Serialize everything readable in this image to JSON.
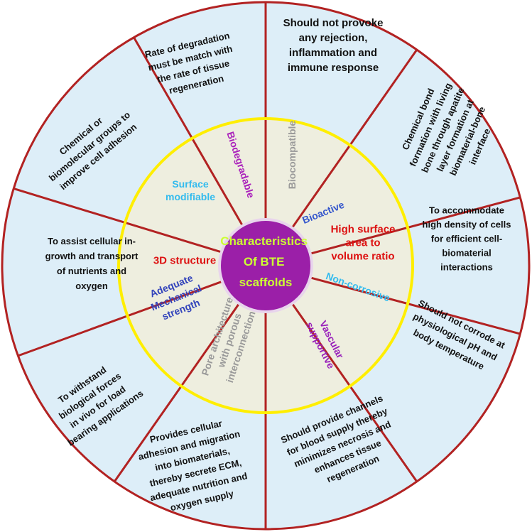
{
  "center": {
    "lines": [
      "Characteristics",
      "Of  BTE",
      "scaffolds"
    ]
  },
  "colors": {
    "outer_ring_fill": "#ddeef8",
    "inner_ring_fill": "#eeeedf",
    "divider_stroke": "#b22222",
    "inner_circle_stroke": "#ffee00",
    "center_fill": "#9b1fa8",
    "center_text": "#ccff33"
  },
  "segments": [
    {
      "property_lines": [
        "Biocompatible"
      ],
      "property_color": "#9a9a9a",
      "description_lines": [
        "Should not provoke",
        "any rejection,",
        "inflammation and",
        "immune response"
      ]
    },
    {
      "property_lines": [
        "Bioactive"
      ],
      "property_color": "#3355cc",
      "description_lines": [
        "Chemical bond",
        "formation with living",
        "bone through apatite",
        "layer formation at",
        "biomaterial-bone",
        "interface"
      ]
    },
    {
      "property_lines": [
        "High surface",
        "area to",
        "volume ratio"
      ],
      "property_color": "#dd1111",
      "description_lines": [
        "To accommodate",
        "high density of cells",
        "for efficient cell-",
        "biomaterial",
        "interactions"
      ]
    },
    {
      "property_lines": [
        "Non-corrosive"
      ],
      "property_color": "#33bbee",
      "description_lines": [
        "Should not corrode at",
        "physiological pH and",
        "body temperature"
      ]
    },
    {
      "property_lines": [
        "Vascular",
        "supportive"
      ],
      "property_color": "#9922bb",
      "description_lines": [
        "Should provide channels",
        "for blood supply thereby",
        "minimizes necrosis and",
        "enhances tissue",
        "regeneration"
      ]
    },
    {
      "property_lines": [
        "Pore architecture",
        "with  porous",
        "interconnections"
      ],
      "property_color": "#9a9a9a",
      "description_lines": [
        "Provides cellular",
        "adhesion and migration",
        "into biomaterials,",
        "thereby secrete ECM,",
        "adequate nutrition and",
        "oxygen supply"
      ]
    },
    {
      "property_lines": [
        "Adequate",
        "Mechanical",
        "strength"
      ],
      "property_color": "#3344bb",
      "description_lines": [
        "To withstand",
        "biological forces",
        "in vivo for load",
        "bearing applications"
      ]
    },
    {
      "property_lines": [
        "3D structure"
      ],
      "property_color": "#dd1111",
      "description_lines": [
        "To assist cellular in-",
        "growth and transport",
        "of nutrients and",
        "oxygen"
      ]
    },
    {
      "property_lines": [
        "Surface",
        "modifiable"
      ],
      "property_color": "#33bbee",
      "description_lines": [
        "Chemical or",
        "biomolecular groups to",
        "improve cell adhesion"
      ]
    },
    {
      "property_lines": [
        "Biodegradable"
      ],
      "property_color": "#aa22bb",
      "description_lines": [
        "Rate of degradation",
        "must be match with",
        "the rate of tissue",
        "regeneration"
      ]
    }
  ]
}
